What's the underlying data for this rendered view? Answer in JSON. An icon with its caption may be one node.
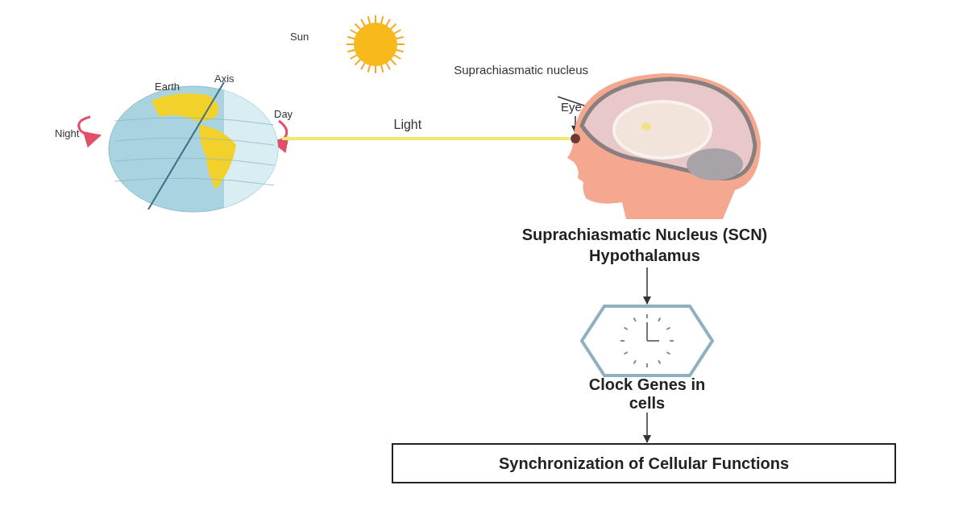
{
  "diagram": {
    "nodes": [
      {
        "text": [],
        "shape": "picture"
      },
      {
        "text": [],
        "shape": "picture"
      },
      {
        "text": [
          "Suprachiasmatic nucleus"
        ]
      },
      {
        "text": [],
        "shape": "circle",
        "in": 1
      },
      {
        "text": [
          "Eye"
        ]
      },
      {
        "text": [],
        "shape": "circle",
        "in": 1
      },
      {
        "text": [
          "Suprachiasmatic Nucleus (SCN) Hypothalamus"
        ]
      },
      {
        "text": [
          "Clock Genes in cells"
        ]
      },
      {
        "text": [
          "Synchronization of Cellular Functions"
        ]
      }
    ],
    "edges": [
      {
        "from": 0,
        "to": 5,
        "arrow": "none",
        "label": "Light",
        "color": "#eeea70",
        "style": "thick"
      },
      {
        "from": 2,
        "to": 3,
        "arrow": "none"
      },
      {
        "from": 4,
        "to": 5,
        "arrow": "to"
      },
      {
        "from": 6,
        "to": 7,
        "arrow": "to"
      },
      {
        "from": 7,
        "to": 8,
        "arrow": "to"
      }
    ],
    "labels": [
      "Sun",
      "Earth",
      "Axis",
      "Night",
      "Day"
    ]
  }
}
